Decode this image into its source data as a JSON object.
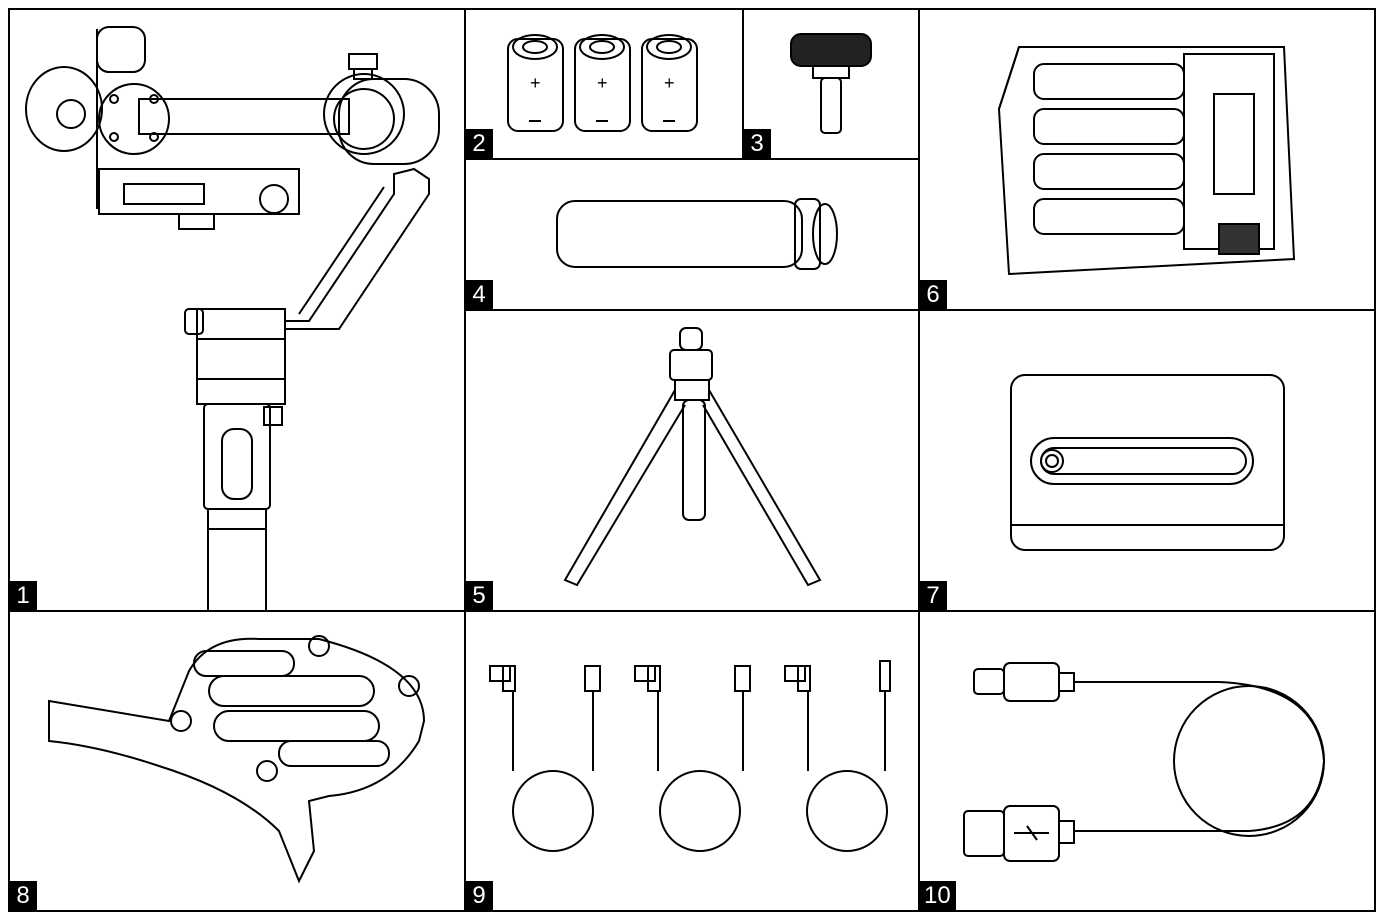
{
  "items": [
    {
      "number": "1",
      "icon": "gimbal-stabilizer-icon"
    },
    {
      "number": "2",
      "icon": "batteries-icon"
    },
    {
      "number": "3",
      "icon": "thumb-screw-icon"
    },
    {
      "number": "4",
      "icon": "extension-rod-icon"
    },
    {
      "number": "5",
      "icon": "mini-tripod-icon"
    },
    {
      "number": "6",
      "icon": "battery-charger-icon"
    },
    {
      "number": "7",
      "icon": "quick-release-plate-icon"
    },
    {
      "number": "8",
      "icon": "support-stand-icon"
    },
    {
      "number": "9",
      "icon": "control-cables-icon"
    },
    {
      "number": "10",
      "icon": "usb-cable-icon"
    }
  ],
  "colors": {
    "line": "#000000",
    "background": "#ffffff",
    "label_bg": "#000000",
    "label_text": "#ffffff"
  }
}
